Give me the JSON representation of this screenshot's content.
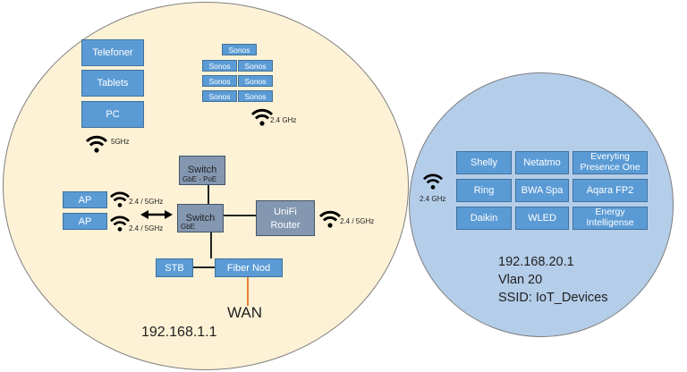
{
  "main_network": {
    "devices": {
      "phones": "Telefoner",
      "tablets": "Tablets",
      "pc": "PC"
    },
    "pc_wifi_label": "5GHz",
    "sonos": {
      "label": "Sonos",
      "wifi_label": "2.4 GHz"
    },
    "switch_poe": {
      "label": "Switch",
      "sub": "GbE - PoE"
    },
    "switch_gbe": {
      "label": "Switch",
      "sub": "GbE"
    },
    "router": {
      "line1": "UniFi",
      "line2": "Router",
      "wifi_label": "2.4 / 5GHz"
    },
    "access_points": [
      {
        "label": "AP",
        "wifi_label": "2.4 / 5GHz"
      },
      {
        "label": "AP",
        "wifi_label": "2.4 / 5GHz"
      }
    ],
    "stb": "STB",
    "fiber": "Fiber Nod",
    "wan": "WAN",
    "ip": "192.168.1.1"
  },
  "iot_network": {
    "wifi_label": "2.4 GHz",
    "devices": [
      "Shelly",
      "Netatmo",
      "Everyting Presence One",
      "Ring",
      "BWA Spa",
      "Aqara FP2",
      "Daikin",
      "WLED",
      "Energy Intelligense"
    ],
    "ip": "192.168.20.1",
    "vlan": "Vlan 20",
    "ssid": "SSID: IoT_Devices"
  },
  "colors": {
    "main_bg": "#fdf2d6",
    "iot_bg": "#b4cde9",
    "device_box": "#5b9bd5",
    "switch_box": "#8497b0",
    "wan_line": "#ed7d31"
  }
}
